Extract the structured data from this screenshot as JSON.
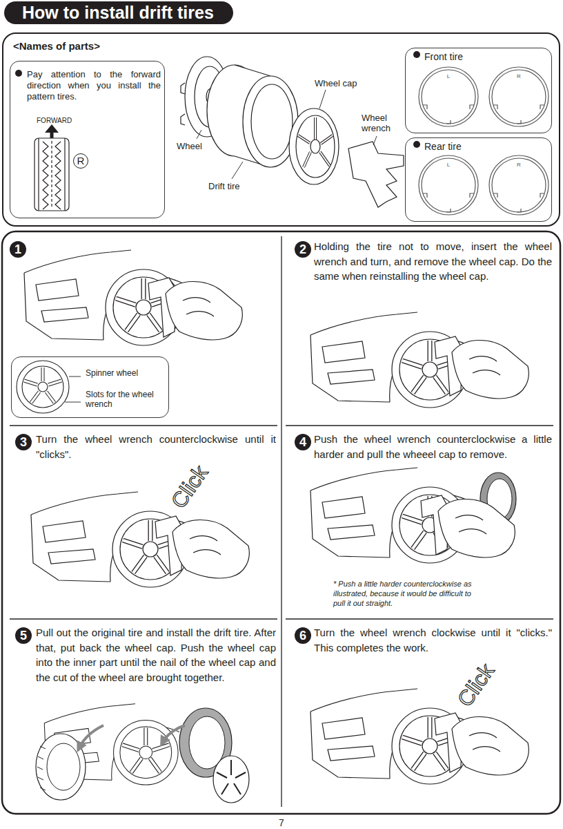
{
  "diagram": {
    "title": "How to install drift tires",
    "nodes": [
      {
        "text": [
          "<Names of parts>"
        ]
      },
      {
        "text": [
          "Pay attention to the forward direction when you install the pattern tires.",
          "FORWARD"
        ],
        "in": 0
      },
      {
        "text": [
          "Front tire"
        ],
        "in": 0
      },
      {
        "text": [
          "Rear tire"
        ],
        "in": 0
      },
      {
        "text": [
          "1"
        ]
      },
      {
        "text": [
          "Spinner wheel",
          "Slots for the wheel wrench"
        ],
        "in": 4
      },
      {
        "text": [
          "2",
          "Holding the tire not to move, insert the wheel wrench and turn, and remove the wheel cap. Do the same when reinstalling the wheel cap."
        ]
      },
      {
        "text": [
          "3",
          "Turn the wheel wrench counterclockwise until it \"clicks\"."
        ]
      },
      {
        "text": [
          "4",
          "Push the wheel wrench counterclockwise a little harder and pull the wheeel cap to remove.",
          "* Push a little harder counterclockwise as illustrated, because it would be difficult to pull it out straight."
        ]
      },
      {
        "text": [
          "5",
          "Pull out the original tire and install the drift tire. After that, put back the wheel cap. Push the wheel cap into the inner part until the nail of the wheel cap and the cut of the wheel are brought together."
        ]
      },
      {
        "text": [
          "6",
          "Turn the wheel wrench clockwise until it \"clicks.\" This completes the work."
        ]
      }
    ],
    "labels": [
      "Wheel",
      "Drift tire",
      "Wheel cap",
      "Wheel wrench",
      "R",
      "L",
      "R",
      "L",
      "R",
      "Click",
      "Click",
      "7"
    ]
  }
}
